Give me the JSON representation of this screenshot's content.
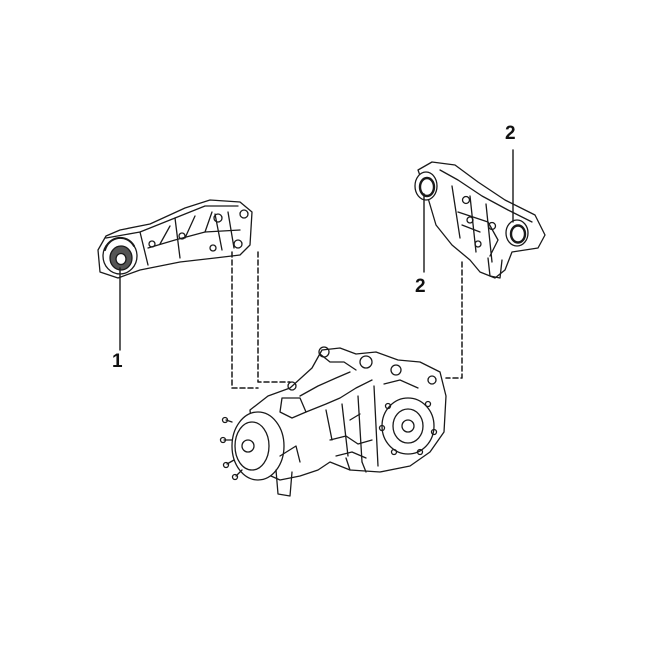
{
  "callouts": {
    "left_mount": "1",
    "right_mount_top": "2",
    "right_mount_bottom": "2"
  },
  "colors": {
    "line": "#1a1a1a",
    "background": "#ffffff"
  }
}
